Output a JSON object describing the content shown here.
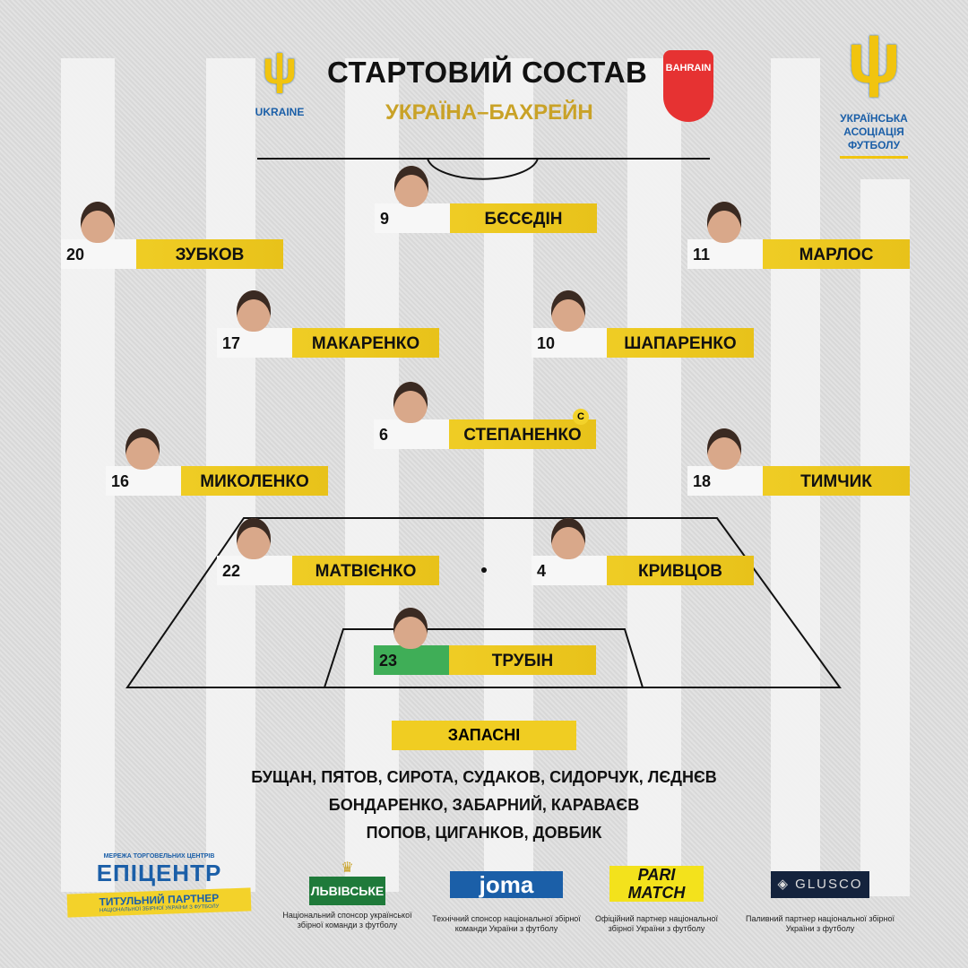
{
  "header": {
    "title": "СТАРТОВИЙ СОСТАВ",
    "match": "УКРАЇНА–БАХРЕЙН",
    "ukraine_label": "UKRAINE",
    "bahrain_label": "BAHRAIN",
    "uaf_label": [
      "УКРАЇНСЬКА",
      "АСОЦІАЦІЯ",
      "ФУТБОЛУ"
    ]
  },
  "players": [
    {
      "number": "9",
      "name": "БЄСЄДІН"
    },
    {
      "number": "20",
      "name": "ЗУБКОВ"
    },
    {
      "number": "11",
      "name": "МАРЛОС"
    },
    {
      "number": "17",
      "name": "МАКАРЕНКО"
    },
    {
      "number": "10",
      "name": "ШАПАРЕНКО"
    },
    {
      "number": "6",
      "name": "СТЕПАНЕНКО",
      "captain": "C"
    },
    {
      "number": "16",
      "name": "МИКОЛЕНКО"
    },
    {
      "number": "18",
      "name": "ТИМЧИК"
    },
    {
      "number": "22",
      "name": "МАТВІЄНКО"
    },
    {
      "number": "4",
      "name": "КРИВЦОВ"
    },
    {
      "number": "23",
      "name": "ТРУБІН"
    }
  ],
  "substitutes": {
    "label": "ЗАПАСНІ",
    "lines": [
      "БУЩАН, ПЯТОВ, СИРОТА, СУДАКОВ, СИДОРЧУК, ЛЄДНЄВ",
      "БОНДАРЕНКО, ЗАБАРНИЙ, КАРАВАЄВ",
      "ПОПОВ, ЦИГАНКОВ, ДОВБИК"
    ]
  },
  "sponsors": [
    {
      "name": "ЕПІЦЕНТР",
      "top": "МЕРЕЖА ТОРГОВЕЛЬНИХ ЦЕНТРІВ",
      "ribbon": "ТИТУЛЬНИЙ ПАРТНЕР",
      "ribbon_sub": "НАЦІОНАЛЬНОЇ ЗБІРНОЇ УКРАЇНИ З ФУТБОЛУ"
    },
    {
      "name": "ЛЬВІВСЬКЕ",
      "caption": "Національний спонсор української збірної команди з футболу"
    },
    {
      "name": "joma",
      "caption": "Технічний спонсор національної збірної команди України з футболу"
    },
    {
      "name": "PARI MATCH",
      "caption": "Офіційний партнер національної збірної України з футболу"
    },
    {
      "name": "GLUSCO",
      "caption": "Паливний партнер національної збірної України з футболу"
    }
  ],
  "colors": {
    "accent": "#f0cd22",
    "gold": "#c9a227",
    "blue": "#1b5fa8",
    "bahrain_red": "#e63232"
  }
}
